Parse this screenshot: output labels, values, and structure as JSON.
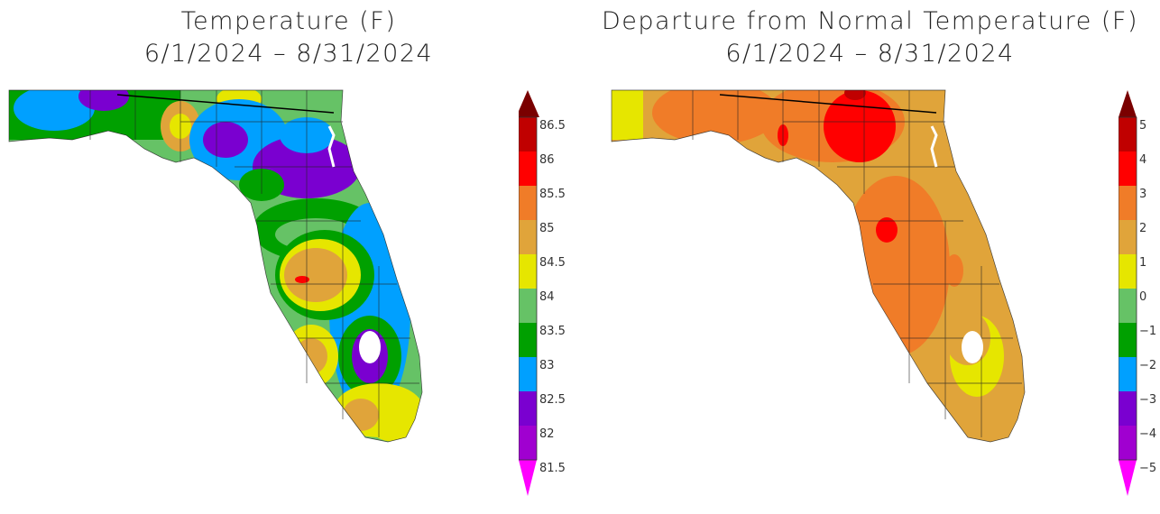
{
  "maps": [
    {
      "title_line1": "Temperature (F)",
      "title_line2": "6/1/2024 – 8/31/2024",
      "legend": {
        "ticks": [
          "86.5",
          "86",
          "85.5",
          "85",
          "84.5",
          "84",
          "83.5",
          "83",
          "82.5",
          "82",
          "81.5"
        ],
        "colors": [
          "#7a0000",
          "#c00000",
          "#ff0000",
          "#f07c28",
          "#e0a43a",
          "#e6e600",
          "#66c266",
          "#00a000",
          "#00a0ff",
          "#7a00d0",
          "#a000d0",
          "#ff00ff"
        ]
      }
    },
    {
      "title_line1": "Departure from Normal Temperature (F)",
      "title_line2": "6/1/2024 – 8/31/2024",
      "legend": {
        "ticks": [
          "5",
          "4",
          "3",
          "2",
          "1",
          "0",
          "−1",
          "−2",
          "−3",
          "−4",
          "−5"
        ],
        "colors": [
          "#7a0000",
          "#c00000",
          "#ff0000",
          "#f07c28",
          "#e0a43a",
          "#e6e600",
          "#66c266",
          "#00a000",
          "#00a0ff",
          "#7a00d0",
          "#a000d0",
          "#ff00ff"
        ]
      }
    }
  ]
}
